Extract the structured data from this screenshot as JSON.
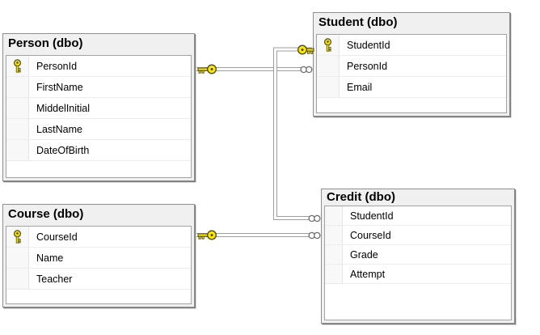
{
  "diagram": {
    "kind": "database-er-diagram",
    "tables": {
      "person": {
        "title": "Person (dbo)",
        "columns": [
          {
            "name": "PersonId",
            "primary_key": true
          },
          {
            "name": "FirstName",
            "primary_key": false
          },
          {
            "name": "MiddelInitial",
            "primary_key": false
          },
          {
            "name": "LastName",
            "primary_key": false
          },
          {
            "name": "DateOfBirth",
            "primary_key": false
          }
        ]
      },
      "student": {
        "title": "Student (dbo)",
        "columns": [
          {
            "name": "StudentId",
            "primary_key": true
          },
          {
            "name": "PersonId",
            "primary_key": false
          },
          {
            "name": "Email",
            "primary_key": false
          }
        ]
      },
      "course": {
        "title": "Course (dbo)",
        "columns": [
          {
            "name": "CourseId",
            "primary_key": true
          },
          {
            "name": "Name",
            "primary_key": false
          },
          {
            "name": "Teacher",
            "primary_key": false
          }
        ]
      },
      "credit": {
        "title": "Credit (dbo)",
        "columns": [
          {
            "name": "StudentId",
            "primary_key": false
          },
          {
            "name": "CourseId",
            "primary_key": false
          },
          {
            "name": "Grade",
            "primary_key": false
          },
          {
            "name": "Attempt",
            "primary_key": false
          }
        ]
      }
    },
    "relations": [
      {
        "one_side": "Person.PersonId",
        "many_side": "Student.PersonId"
      },
      {
        "one_side": "Student.StudentId",
        "many_side": "Credit.StudentId"
      },
      {
        "one_side": "Course.CourseId",
        "many_side": "Credit.CourseId"
      }
    ],
    "colors": {
      "key_yellow": "#ffe600",
      "key_outline": "#4a4a14",
      "connector_gray": "#9d9d9d",
      "table_header_bg": "#f0f0f0",
      "table_border": "#8f8f8f",
      "canvas_bg": "#ffffff"
    }
  }
}
